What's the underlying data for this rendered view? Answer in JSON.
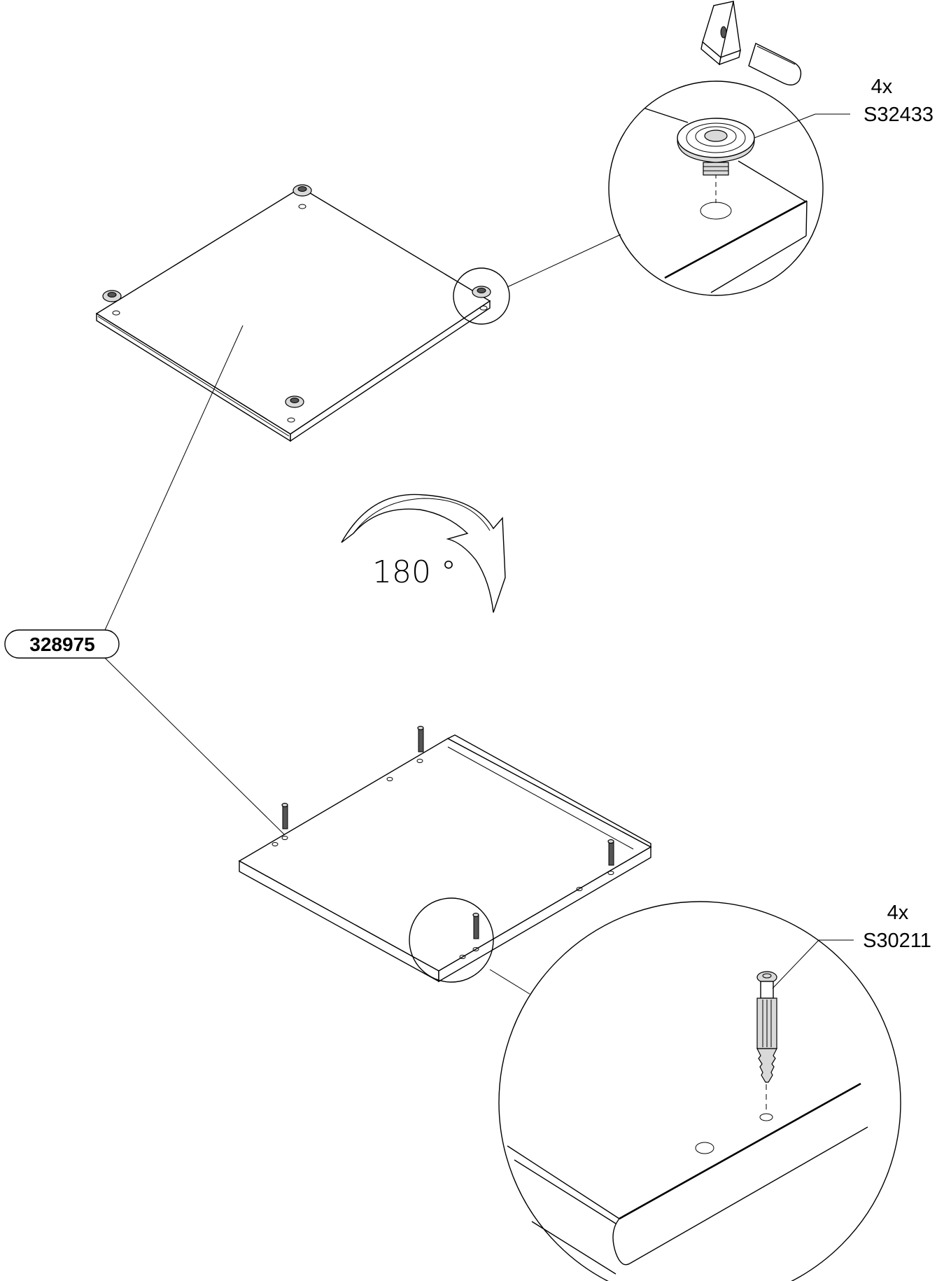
{
  "callouts": {
    "feet": {
      "quantity": "4x",
      "code": "S32433"
    },
    "dowels": {
      "quantity": "4x",
      "code": "S30211"
    }
  },
  "panel": {
    "part_number": "328975"
  },
  "rotation": {
    "label": "180 °"
  },
  "icons": [
    "hammer-icon",
    "rotate-arrow-icon",
    "foot-glide-icon",
    "dowel-pin-icon"
  ]
}
